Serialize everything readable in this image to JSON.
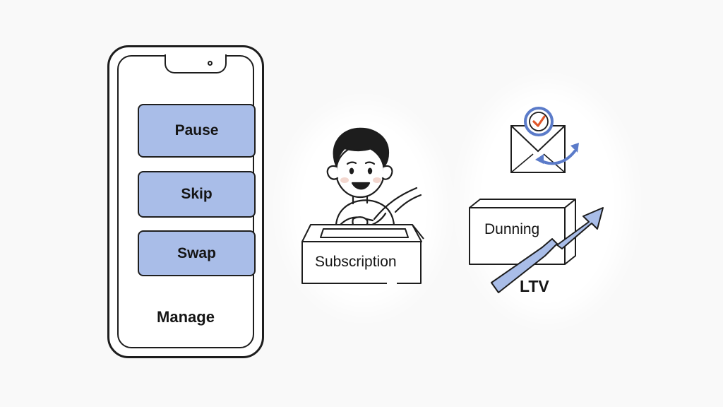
{
  "phone": {
    "buttons": [
      "Pause",
      "Skip",
      "Swap"
    ],
    "manage_label": "Manage"
  },
  "subscription_box": {
    "label": "Subscription"
  },
  "dunning_box": {
    "label": "Dunning"
  },
  "ltv_label": "LTV",
  "colors": {
    "button_fill": "#a9bde8",
    "arrow_fill": "#a9bde8",
    "outline": "#1d1d1d",
    "accent_blue": "#5b7bc9",
    "check_orange": "#e0572a"
  }
}
